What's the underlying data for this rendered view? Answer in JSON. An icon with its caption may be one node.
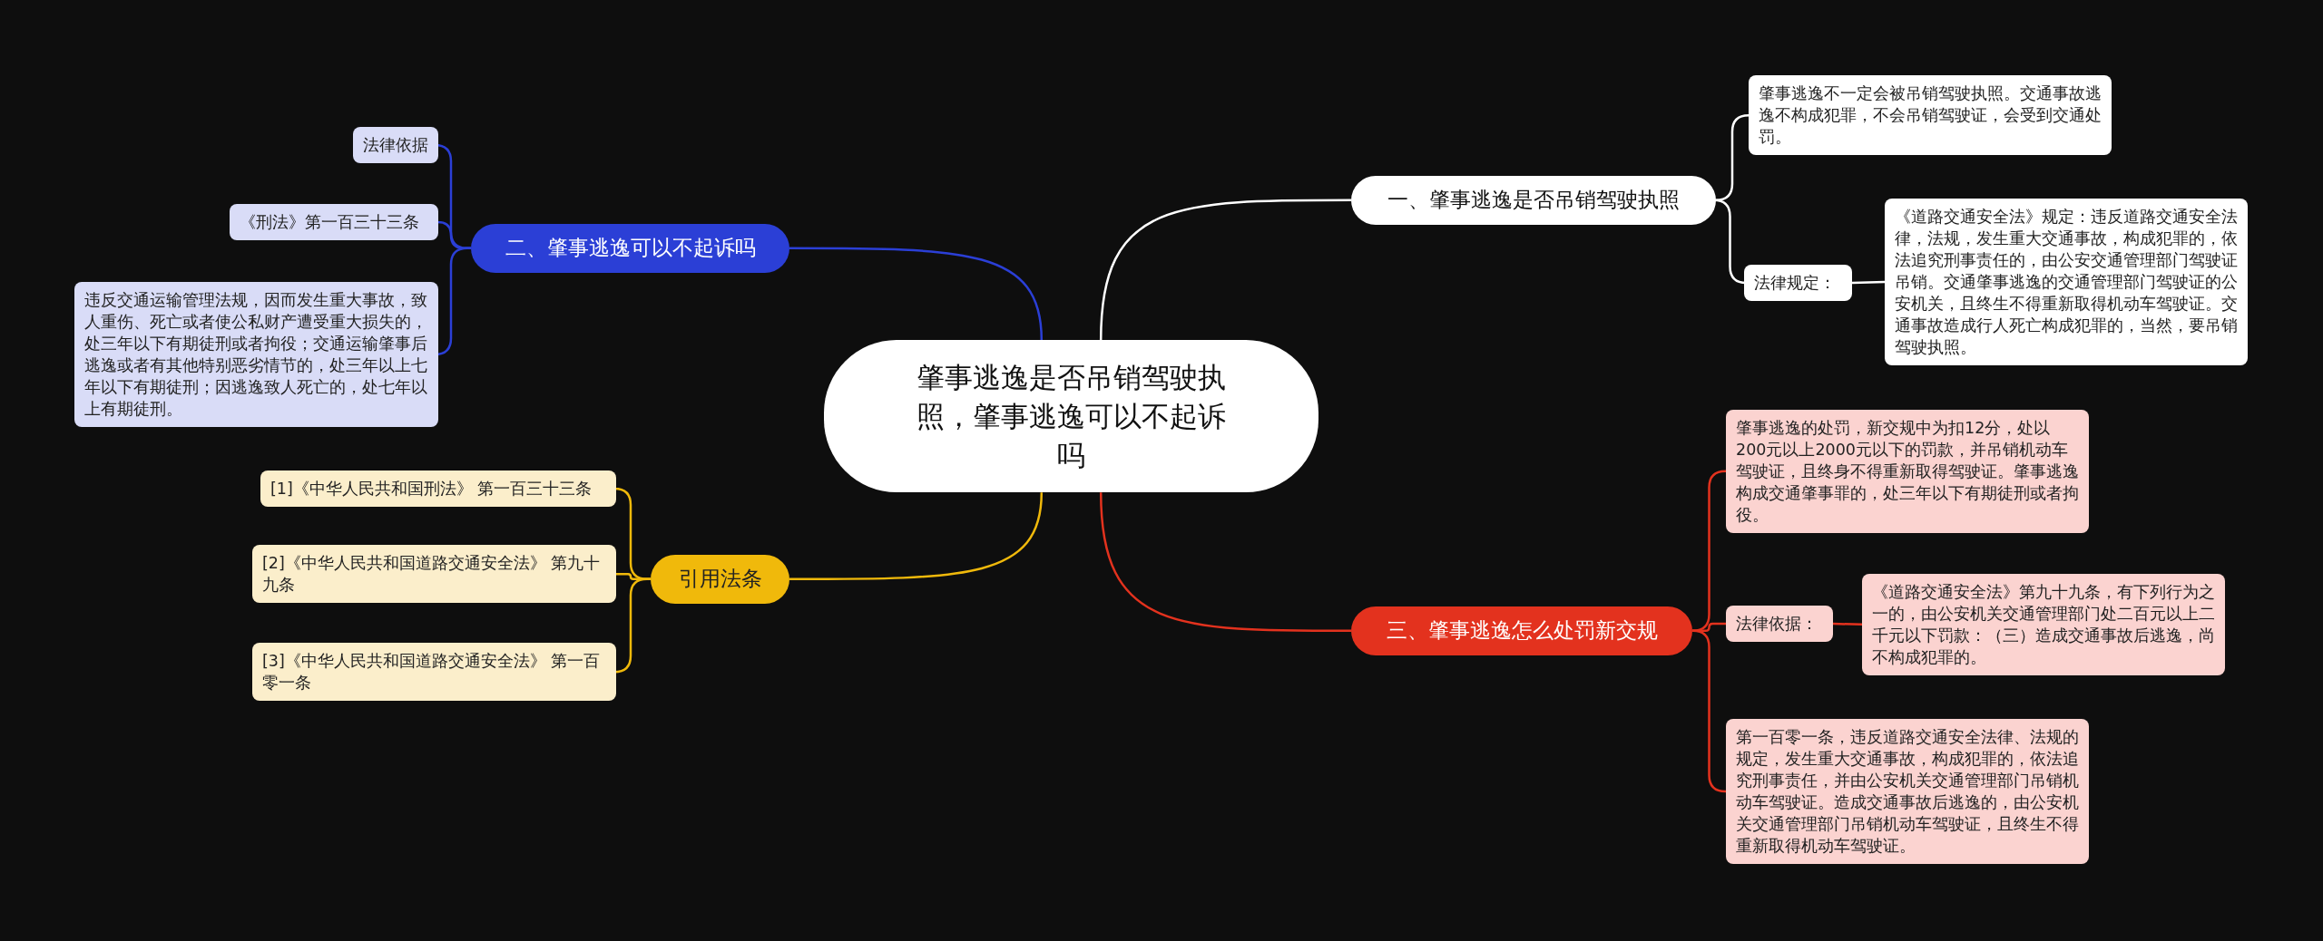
{
  "diagram": {
    "nodes": [
      {
        "text": [
          "肇事逃逸是否吊销驾驶执照，肇事逃逸可以不起诉吗"
        ]
      },
      {
        "text": [
          "一、肇事逃逸是否吊销驾驶执照"
        ]
      },
      {
        "text": [
          "肇事逃逸不一定会被吊销驾驶执照。交通事故逃逸不构成犯罪，不会吊销驾驶证，会受到交通处罚。"
        ]
      },
      {
        "text": [
          "法律规定："
        ]
      },
      {
        "text": [
          "《道路交通安全法》规定：违反道路交通安全法律，法规，发生重大交通事故，构成犯罪的，依法追究刑事责任的，由公安交通管理部门驾驶证吊销。交通肇事逃逸的交通管理部门驾驶证的公安机关，且终生不得重新取得机动车驾驶证。交通事故造成行人死亡构成犯罪的，当然，要吊销驾驶执照。"
        ]
      },
      {
        "text": [
          "二、肇事逃逸可以不起诉吗"
        ]
      },
      {
        "text": [
          "法律依据"
        ]
      },
      {
        "text": [
          "《刑法》第一百三十三条"
        ]
      },
      {
        "text": [
          "违反交通运输管理法规，因而发生重大事故，致人重伤、死亡或者使公私财产遭受重大损失的，处三年以下有期徒刑或者拘役；交通运输肇事后逃逸或者有其他特别恶劣情节的，处三年以上七年以下有期徒刑；因逃逸致人死亡的，处七年以上有期徒刑。"
        ]
      },
      {
        "text": [
          "引用法条"
        ]
      },
      {
        "text": [
          "[1]《中华人民共和国刑法》 第一百三十三条"
        ]
      },
      {
        "text": [
          "[2]《中华人民共和国道路交通安全法》 第九十九条"
        ]
      },
      {
        "text": [
          "[3]《中华人民共和国道路交通安全法》 第一百零一条"
        ]
      },
      {
        "text": [
          "三、肇事逃逸怎么处罚新交规"
        ]
      },
      {
        "text": [
          "肇事逃逸的处罚，新交规中为扣12分，处以200元以上2000元以下的罚款，并吊销机动车驾驶证，且终身不得重新取得驾驶证。肇事逃逸构成交通肇事罪的，处三年以下有期徒刑或者拘役。"
        ]
      },
      {
        "text": [
          "法律依据："
        ]
      },
      {
        "text": [
          "《道路交通安全法》第九十九条，有下列行为之一的，由公安机关交通管理部门处二百元以上二千元以下罚款：（三）造成交通事故后逃逸，尚不构成犯罪的。"
        ]
      },
      {
        "text": [
          "第一百零一条，违反道路交通安全法律、法规的规定，发生重大交通事故，构成犯罪的，依法追究刑事责任，并由公安机关交通管理部门吊销机动车驾驶证。造成交通事故后逃逸的，由公安机关交通管理部门吊销机动车驾驶证，且终生不得重新取得机动车驾驶证。"
        ]
      }
    ],
    "edges": [
      {
        "from": 0,
        "to": 1,
        "arrow": "none",
        "color": "#ffffff"
      },
      {
        "from": 1,
        "to": 2,
        "arrow": "none",
        "color": "#ffffff"
      },
      {
        "from": 1,
        "to": 3,
        "arrow": "none",
        "color": "#ffffff"
      },
      {
        "from": 3,
        "to": 4,
        "arrow": "none",
        "color": "#ffffff"
      },
      {
        "from": 0,
        "to": 5,
        "arrow": "none",
        "color": "#2b3fd6"
      },
      {
        "from": 5,
        "to": 6,
        "arrow": "none",
        "color": "#2b3fd6"
      },
      {
        "from": 5,
        "to": 7,
        "arrow": "none",
        "color": "#2b3fd6"
      },
      {
        "from": 5,
        "to": 8,
        "arrow": "none",
        "color": "#2b3fd6"
      },
      {
        "from": 0,
        "to": 9,
        "arrow": "none",
        "color": "#f0b90b"
      },
      {
        "from": 9,
        "to": 10,
        "arrow": "none",
        "color": "#f0b90b"
      },
      {
        "from": 9,
        "to": 11,
        "arrow": "none",
        "color": "#f0b90b"
      },
      {
        "from": 9,
        "to": 12,
        "arrow": "none",
        "color": "#f0b90b"
      },
      {
        "from": 0,
        "to": 13,
        "arrow": "none",
        "color": "#e3321e"
      },
      {
        "from": 13,
        "to": 14,
        "arrow": "none",
        "color": "#e3321e"
      },
      {
        "from": 13,
        "to": 15,
        "arrow": "none",
        "color": "#e3321e"
      },
      {
        "from": 15,
        "to": 16,
        "arrow": "none",
        "color": "#e3321e"
      },
      {
        "from": 13,
        "to": 17,
        "arrow": "none",
        "color": "#e3321e"
      }
    ]
  }
}
